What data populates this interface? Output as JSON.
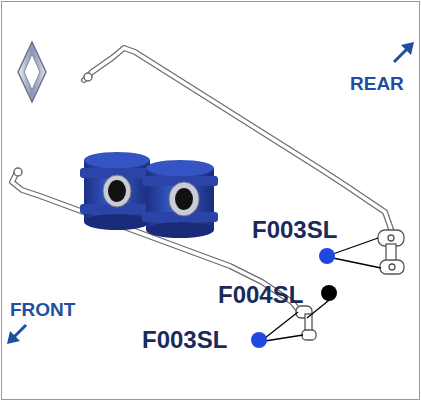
{
  "diagram": {
    "labels": [
      "REAR",
      "FRONT",
      "F003SL",
      "F004SL",
      "F003SL"
    ]
  }
}
